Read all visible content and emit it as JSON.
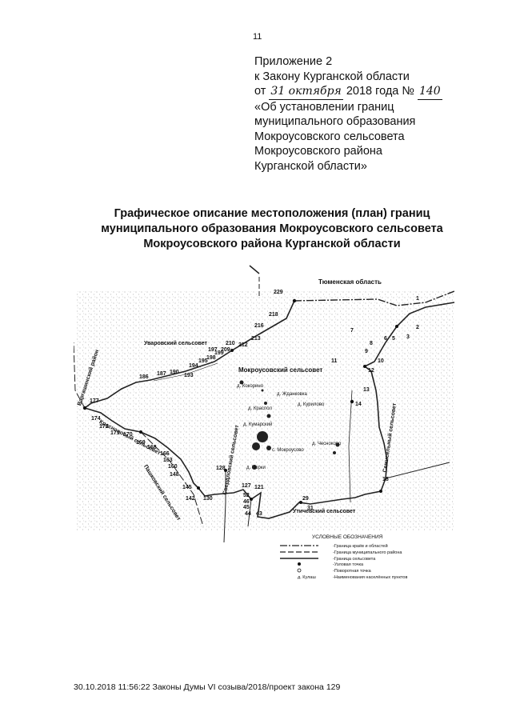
{
  "page_number": "11",
  "header": {
    "line1": "Приложение 2",
    "line2": "к Закону Курганской области",
    "line3_prefix": "от",
    "line3_date": "31 октября",
    "line3_year": "2018 года №",
    "line3_number": "140",
    "line4": "«Об установлении границ",
    "line5": "муниципального образования",
    "line6": "Мокроусовского сельсовета",
    "line7": "Мокроусовского района",
    "line8": "Курганской области»"
  },
  "title": {
    "line1": "Графическое описание местоположения (план) границ",
    "line2": "муниципального образования Мокроусовского сельсовета",
    "line3": "Мокроусовского района Курганской области"
  },
  "map": {
    "regions": {
      "tyumen": "Тюменская область",
      "uvarovsky": "Уваровский сельсовет",
      "mokrousovsky": "Мокроусовский сельсовет",
      "vargashinsky": "Варгашинский район",
      "krasnovorsky": "Красновосый сельсовет",
      "pashkovsky": "Пашковский сельсовет",
      "sverdlovsky": "Свердловский сельсовет",
      "semiselny": "Семисельный сельсовет",
      "utichevsky": "Утичевский сельсовет"
    },
    "settlements": {
      "kokorino": "д. Кокорино",
      "zhdanovka": "д. Жданковка",
      "kurilovo": "д. Курилово",
      "kraspol": "д. Краспол",
      "kumarsky": "д. Кумарский",
      "mokrousovo": "с. Мокроусово",
      "chesnokovo": "д. Чесноково",
      "porkino": "д. Порки"
    },
    "points": [
      "229",
      "218",
      "216",
      "213",
      "212",
      "210",
      "209",
      "199",
      "198",
      "197",
      "195",
      "194",
      "193",
      "190",
      "187",
      "186",
      "177",
      "174",
      "172",
      "171",
      "170",
      "169",
      "168",
      "166",
      "163",
      "160",
      "148",
      "145",
      "142",
      "130",
      "128",
      "127",
      "121",
      "52",
      "46",
      "45",
      "44",
      "43",
      "31",
      "29",
      "18",
      "14",
      "13",
      "12",
      "11",
      "10",
      "9",
      "8",
      "7",
      "6",
      "5",
      "3",
      "2",
      "1"
    ]
  },
  "legend": {
    "title": "УСЛОВНЫЕ ОБОЗНАЧЕНИЯ",
    "items": [
      "-Граница краёв и областей",
      "-Граница муниципального района",
      "-Граница сельсовета",
      "-Узловая точка",
      "-Поворотная точка",
      "-Наименования населённых пунктов"
    ],
    "sample_settlement": "д. Кулаш"
  },
  "footer": "30.10.2018 11:56:22 Законы Думы VI созыва/2018/проект закона 129"
}
